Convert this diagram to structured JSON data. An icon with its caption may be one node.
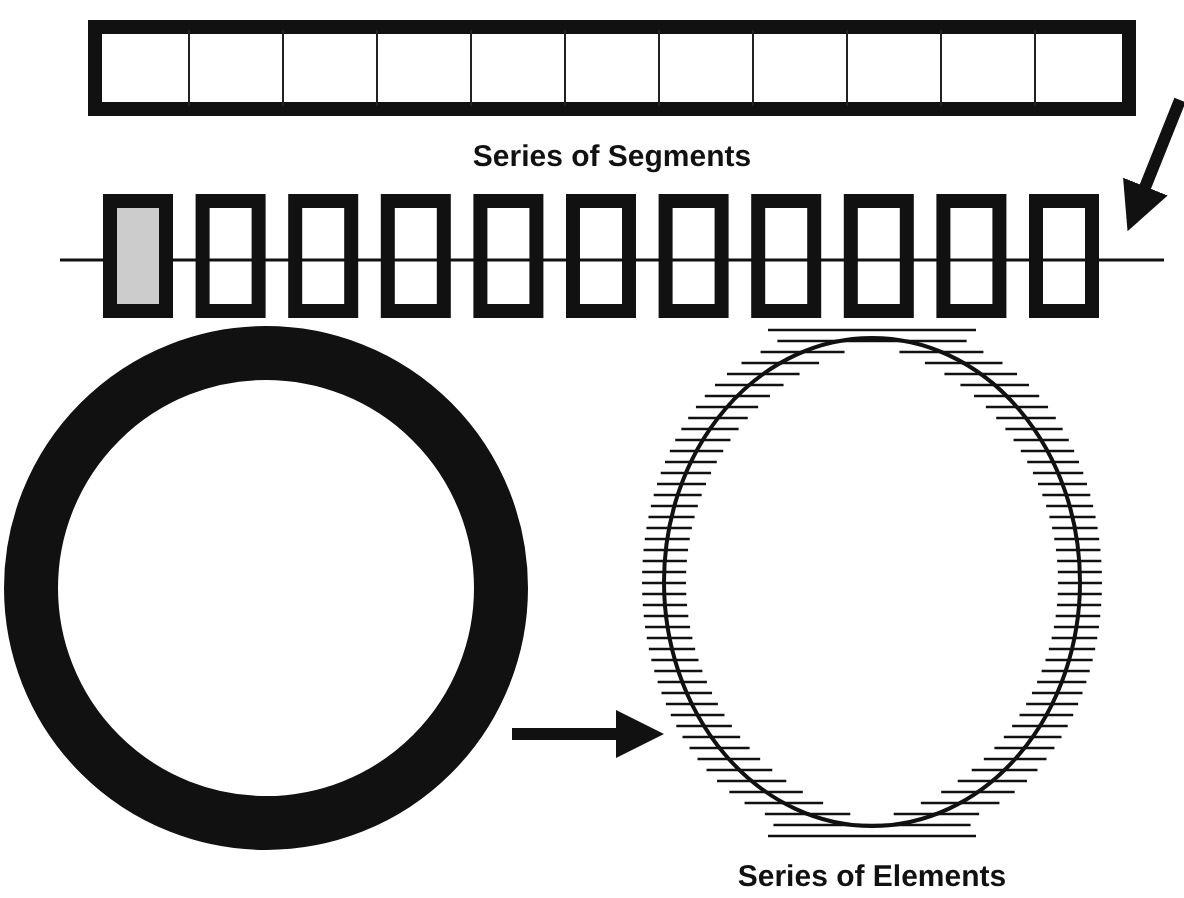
{
  "diagram": {
    "nodes": [
      {
        "text": [
          "Series of Segments"
        ]
      },
      {
        "text": [],
        "shape": "bar"
      },
      {
        "text": [],
        "shape": "circle"
      },
      {
        "text": [
          "Series of Elements"
        ]
      }
    ],
    "edges": [
      {
        "from": null,
        "to": 1,
        "arrow": "to"
      },
      {
        "from": 2,
        "to": 3,
        "arrow": "to"
      }
    ]
  }
}
